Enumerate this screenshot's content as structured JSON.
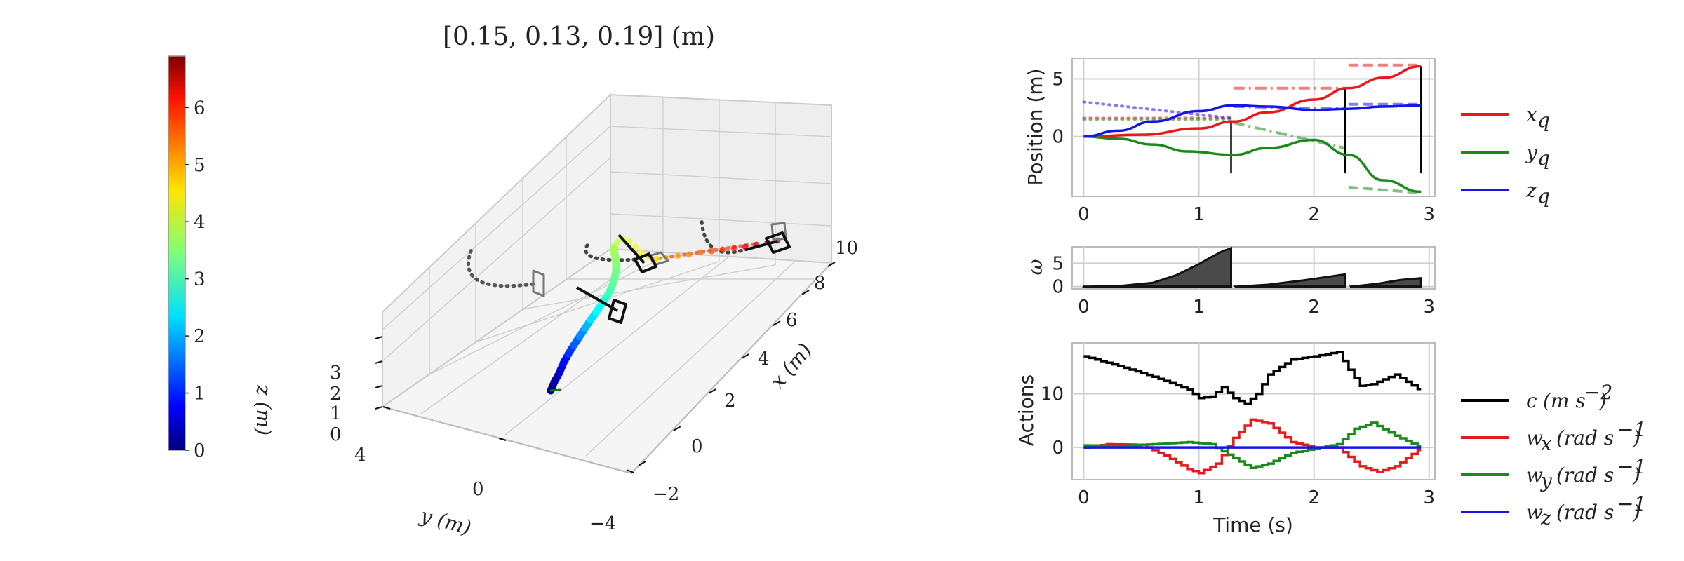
{
  "chart_data": [
    {
      "type": "scatter",
      "panel": "3d-trajectory",
      "title": "[0.15, 0.13, 0.19] (m)",
      "x_label": "x (m)",
      "y_label": "y (m)",
      "z_label": "z (m)",
      "x_ticks": [
        "−2",
        "0",
        "2",
        "4",
        "6",
        "8",
        "10"
      ],
      "y_ticks": [
        "−4",
        "0",
        "4"
      ],
      "z_ticks": [
        "0",
        "1",
        "2",
        "3"
      ],
      "colorbar": {
        "label": "z (m)",
        "ticks": [
          "0",
          "1",
          "2",
          "3",
          "4",
          "5",
          "6"
        ],
        "range": [
          0,
          6.9
        ],
        "colormap": "jet"
      },
      "trajectory": [
        {
          "x": 0.0,
          "y": 0.0,
          "z": 0.0
        },
        {
          "x": 0.5,
          "y": 0.2,
          "z": 0.6
        },
        {
          "x": 1.0,
          "y": 0.5,
          "z": 1.4
        },
        {
          "x": 1.5,
          "y": 0.6,
          "z": 2.2
        },
        {
          "x": 2.0,
          "y": 0.5,
          "z": 2.8
        },
        {
          "x": 2.5,
          "y": 0.1,
          "z": 3.2
        },
        {
          "x": 3.0,
          "y": -0.4,
          "z": 3.4
        },
        {
          "x": 3.5,
          "y": -0.6,
          "z": 3.6
        },
        {
          "x": 4.0,
          "y": -0.4,
          "z": 3.9
        },
        {
          "x": 4.5,
          "y": 0.0,
          "z": 4.2
        },
        {
          "x": 5.0,
          "y": 0.3,
          "z": 4.5
        },
        {
          "x": 6.0,
          "y": 0.5,
          "z": 4.9
        },
        {
          "x": 7.0,
          "y": 0.7,
          "z": 5.4
        },
        {
          "x": 8.0,
          "y": 1.0,
          "z": 5.9
        },
        {
          "x": 9.0,
          "y": 1.2,
          "z": 6.4
        },
        {
          "x": 10.0,
          "y": 1.5,
          "z": 6.9
        }
      ],
      "gates": 3
    },
    {
      "type": "line",
      "panel": "position",
      "ylabel": "Position (m)",
      "xlim": [
        -0.1,
        3.05
      ],
      "ylim": [
        -5.2,
        6.8
      ],
      "x_ticks": [
        0,
        1,
        2,
        3
      ],
      "y_ticks": [
        0,
        5
      ],
      "grid": true,
      "series": [
        {
          "name": "x_q",
          "color": "#e41a1c",
          "x": [
            0,
            0.5,
            1.0,
            1.3,
            1.6,
            2.0,
            2.3,
            2.6,
            2.93
          ],
          "values": [
            0,
            0.15,
            0.7,
            1.3,
            2.1,
            3.2,
            4.2,
            5.1,
            6.1
          ]
        },
        {
          "name": "y_q",
          "color": "#1a8a1a",
          "x": [
            0,
            0.3,
            0.6,
            0.9,
            1.3,
            1.6,
            2.0,
            2.3,
            2.6,
            2.93
          ],
          "values": [
            0,
            -0.2,
            -0.7,
            -1.3,
            -1.6,
            -1.0,
            -0.3,
            -1.6,
            -3.8,
            -4.8
          ]
        },
        {
          "name": "z_q",
          "color": "#1515e8",
          "x": [
            0,
            0.3,
            0.6,
            1.0,
            1.3,
            1.6,
            2.0,
            2.3,
            2.6,
            2.93
          ],
          "values": [
            0,
            0.5,
            1.3,
            2.2,
            2.7,
            2.6,
            2.3,
            2.4,
            2.6,
            2.7
          ]
        }
      ],
      "references": [
        {
          "series": "x_q",
          "style": "dotted",
          "x": [
            0,
            1.28
          ],
          "values": [
            1.6,
            1.6
          ]
        },
        {
          "series": "y_q",
          "style": "dotted",
          "x": [
            0,
            1.28
          ],
          "values": [
            1.5,
            1.5
          ]
        },
        {
          "series": "z_q",
          "style": "dotted",
          "x": [
            0,
            1.28
          ],
          "values": [
            3.0,
            1.6
          ]
        },
        {
          "series": "x_q",
          "style": "dashdot",
          "x": [
            1.3,
            2.27
          ],
          "values": [
            4.2,
            4.2
          ]
        },
        {
          "series": "y_q",
          "style": "dashdot",
          "x": [
            1.3,
            2.27
          ],
          "values": [
            1.2,
            -1.0
          ]
        },
        {
          "series": "z_q",
          "style": "dashdot",
          "x": [
            1.3,
            2.27
          ],
          "values": [
            2.6,
            2.4
          ]
        },
        {
          "series": "x_q",
          "style": "dashed",
          "x": [
            2.3,
            2.93
          ],
          "values": [
            6.2,
            6.2
          ]
        },
        {
          "series": "y_q",
          "style": "dashed",
          "x": [
            2.3,
            2.93
          ],
          "values": [
            -4.4,
            -4.9
          ]
        },
        {
          "series": "z_q",
          "style": "dashed",
          "x": [
            2.3,
            2.93
          ],
          "values": [
            2.8,
            2.8
          ]
        }
      ],
      "markers": [
        {
          "x": 1.28,
          "from": -3.2,
          "to": 1.4
        },
        {
          "x": 2.27,
          "from": -3.2,
          "to": 4.2
        },
        {
          "x": 2.93,
          "from": -3.2,
          "to": 6.1
        }
      ]
    },
    {
      "type": "area",
      "panel": "omega",
      "ylabel": "ω",
      "xlim": [
        -0.1,
        3.05
      ],
      "ylim": [
        -0.5,
        8.5
      ],
      "x_ticks": [
        0,
        1,
        2,
        3
      ],
      "y_ticks": [
        0,
        5
      ],
      "grid": true,
      "segments": [
        {
          "x": [
            0,
            0.3,
            0.6,
            0.8,
            1.0,
            1.1,
            1.2,
            1.28
          ],
          "values": [
            0,
            0.1,
            0.8,
            2.4,
            4.8,
            6.2,
            7.5,
            8.2
          ]
        },
        {
          "x": [
            1.32,
            1.6,
            1.9,
            2.1,
            2.27
          ],
          "values": [
            0,
            0.4,
            1.3,
            2.0,
            2.6
          ]
        },
        {
          "x": [
            2.32,
            2.55,
            2.75,
            2.93
          ],
          "values": [
            0,
            0.6,
            1.4,
            1.8
          ]
        }
      ]
    },
    {
      "type": "line",
      "panel": "actions",
      "ylabel": "Actions",
      "xlabel": "Time (s)",
      "xlim": [
        -0.1,
        3.05
      ],
      "ylim": [
        -6,
        19.5
      ],
      "x_ticks": [
        0,
        1,
        2,
        3
      ],
      "y_ticks": [
        0,
        10
      ],
      "grid": true,
      "step": true,
      "series": [
        {
          "name": "c (m s^-2)",
          "color": "#000000",
          "x": [
            0,
            0.3,
            0.6,
            0.9,
            1.0,
            1.1,
            1.2,
            1.3,
            1.4,
            1.5,
            1.6,
            1.8,
            2.0,
            2.2,
            2.3,
            2.4,
            2.5,
            2.7,
            2.93
          ],
          "values": [
            17,
            15.2,
            13.2,
            10.8,
            9.2,
            9.5,
            11.2,
            9.2,
            8.2,
            10.0,
            13.6,
            16.4,
            17.0,
            17.8,
            14.5,
            11.5,
            11.8,
            13.6,
            10.5
          ]
        },
        {
          "name": "w_x (rad s^-1)",
          "color": "#e41a1c",
          "x": [
            0,
            0.2,
            0.5,
            0.7,
            0.9,
            1.0,
            1.15,
            1.3,
            1.45,
            1.6,
            1.8,
            2.0,
            2.2,
            2.4,
            2.55,
            2.7,
            2.93
          ],
          "values": [
            0,
            0.6,
            0.5,
            -1.5,
            -4.0,
            -4.8,
            -3.0,
            1.8,
            5.2,
            4.5,
            1.0,
            0,
            0,
            -3.5,
            -4.6,
            -3.5,
            0
          ]
        },
        {
          "name": "w_y (rad s^-1)",
          "color": "#1a8a1a",
          "x": [
            0,
            0.3,
            0.6,
            0.9,
            1.1,
            1.3,
            1.45,
            1.6,
            1.8,
            2.0,
            2.2,
            2.35,
            2.5,
            2.7,
            2.93
          ],
          "values": [
            0.4,
            0.3,
            0.6,
            1.0,
            0.6,
            -2.0,
            -3.8,
            -3.0,
            -1.0,
            -0.2,
            0.6,
            3.5,
            4.6,
            2.2,
            0
          ]
        },
        {
          "name": "w_z (rad s^-1)",
          "color": "#1515e8",
          "x": [
            0,
            2.93
          ],
          "values": [
            0,
            0
          ]
        }
      ]
    }
  ],
  "legends": {
    "position": [
      {
        "label": "x",
        "sub": "q",
        "color": "#e41a1c"
      },
      {
        "label": "y",
        "sub": "q",
        "color": "#1a8a1a"
      },
      {
        "label": "z",
        "sub": "q",
        "color": "#1515e8"
      }
    ],
    "actions": [
      {
        "label": "c",
        "unit": "(m s",
        "exp": "−2",
        "color": "#000000"
      },
      {
        "label": "w",
        "sub": "x",
        "unit": "(rad s",
        "exp": "−1",
        "color": "#e41a1c"
      },
      {
        "label": "w",
        "sub": "y",
        "unit": "(rad s",
        "exp": "−1",
        "color": "#1a8a1a"
      },
      {
        "label": "w",
        "sub": "z",
        "unit": "(rad s",
        "exp": "−1",
        "color": "#1515e8"
      }
    ]
  }
}
